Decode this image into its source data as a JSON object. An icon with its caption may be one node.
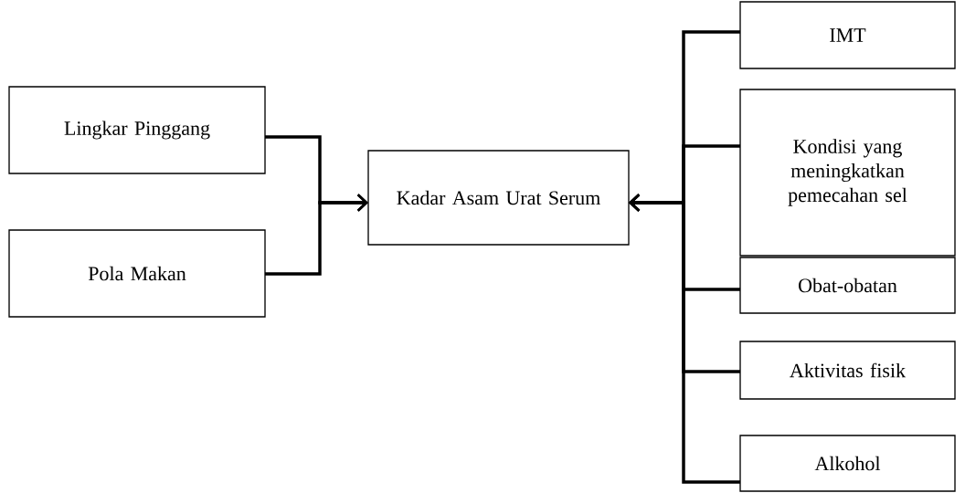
{
  "diagram": {
    "nodes": [
      {
        "text": [
          "Lingkar Pinggang"
        ]
      },
      {
        "text": [
          "Pola Makan"
        ]
      },
      {
        "text": [
          "Kadar Asam Urat Serum"
        ]
      },
      {
        "text": [
          "IMT"
        ]
      },
      {
        "text": [
          "Kondisi yang meningkatkan pemecahan sel"
        ]
      },
      {
        "text": [
          "Obat-obatan"
        ]
      },
      {
        "text": [
          "Aktivitas fisik"
        ]
      },
      {
        "text": [
          "Alkohol"
        ]
      }
    ],
    "edges": [
      {
        "from": 0,
        "to": 2,
        "arrow": "to"
      },
      {
        "from": 1,
        "to": 2,
        "arrow": "to"
      },
      {
        "from": 3,
        "to": 2,
        "arrow": "to"
      },
      {
        "from": 4,
        "to": 2,
        "arrow": "to"
      },
      {
        "from": 5,
        "to": 2,
        "arrow": "to"
      },
      {
        "from": 6,
        "to": 2,
        "arrow": "to"
      },
      {
        "from": 7,
        "to": 2,
        "arrow": "to"
      }
    ]
  }
}
